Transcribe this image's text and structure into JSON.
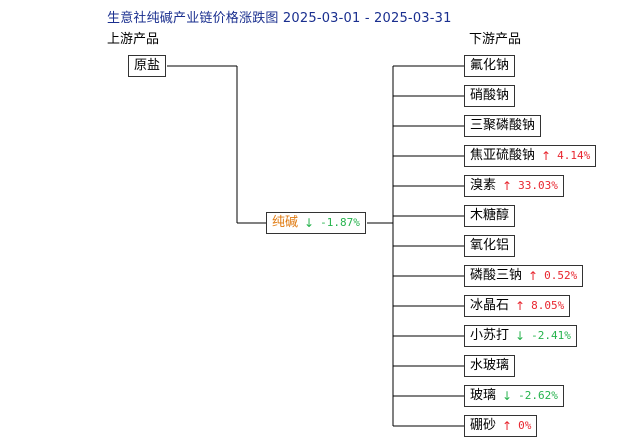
{
  "title": "生意社纯碱产业链价格涨跌图 2025-03-01 - 2025-03-31",
  "upstream_label": "上游产品",
  "downstream_label": "下游产品",
  "upstream": [
    {
      "name": "原盐",
      "direction": "",
      "change": ""
    }
  ],
  "center": {
    "name": "纯碱",
    "direction": "down",
    "arrow": "↓",
    "change": "-1.87%"
  },
  "downstream": [
    {
      "name": "氟化钠",
      "direction": "",
      "arrow": "",
      "change": ""
    },
    {
      "name": "硝酸钠",
      "direction": "",
      "arrow": "",
      "change": ""
    },
    {
      "name": "三聚磷酸钠",
      "direction": "",
      "arrow": "",
      "change": ""
    },
    {
      "name": "焦亚硫酸钠",
      "direction": "up",
      "arrow": "↑",
      "change": "4.14%"
    },
    {
      "name": "溴素",
      "direction": "up",
      "arrow": "↑",
      "change": "33.03%"
    },
    {
      "name": "木糖醇",
      "direction": "",
      "arrow": "",
      "change": ""
    },
    {
      "name": "氧化铝",
      "direction": "",
      "arrow": "",
      "change": ""
    },
    {
      "name": "磷酸三钠",
      "direction": "up",
      "arrow": "↑",
      "change": "0.52%"
    },
    {
      "name": "冰晶石",
      "direction": "up",
      "arrow": "↑",
      "change": "8.05%"
    },
    {
      "name": "小苏打",
      "direction": "down",
      "arrow": "↓",
      "change": "-2.41%"
    },
    {
      "name": "水玻璃",
      "direction": "",
      "arrow": "",
      "change": ""
    },
    {
      "name": "玻璃",
      "direction": "down",
      "arrow": "↓",
      "change": "-2.62%"
    },
    {
      "name": "硼砂",
      "direction": "up",
      "arrow": "↑",
      "change": "0%"
    }
  ],
  "colors": {
    "up": "#e8262f",
    "down": "#26b34d",
    "center": "#e07a10",
    "title": "#1a2f8f"
  }
}
